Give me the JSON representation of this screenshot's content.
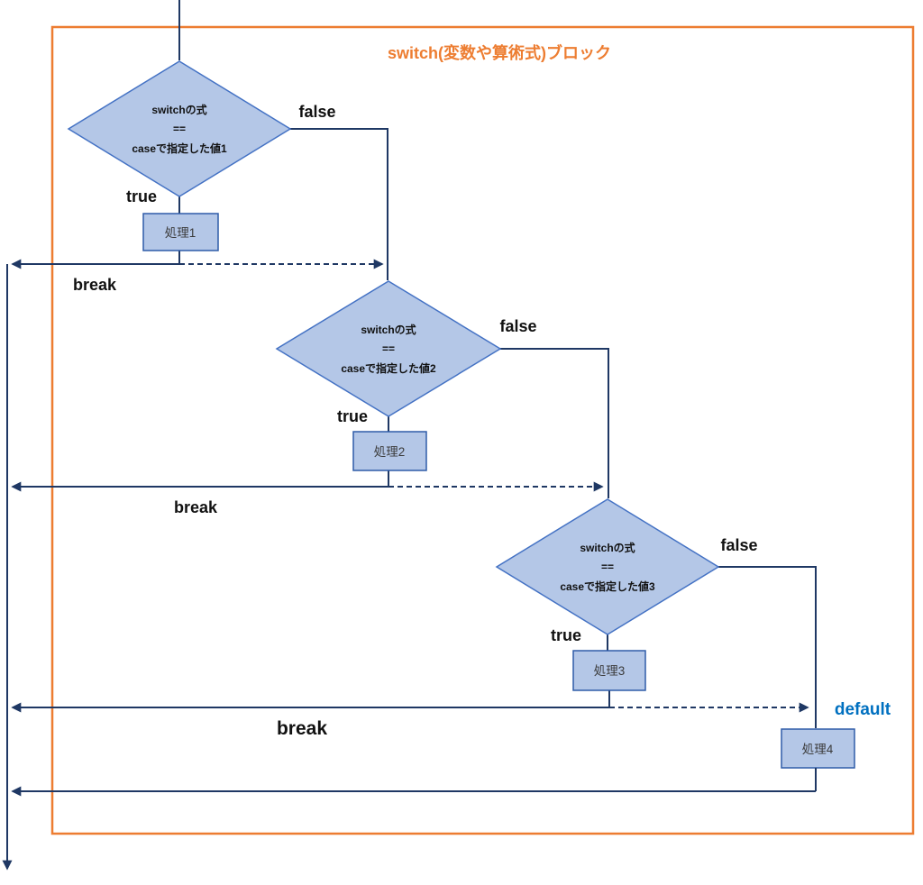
{
  "diagram": {
    "title": "switch(変数や算術式)ブロック",
    "colors": {
      "frame_orange": "#ED7D31",
      "connector_navy": "#1F3864",
      "shape_fill": "#B4C7E7",
      "shape_border": "#4472C4",
      "default_blue": "#0070C0",
      "label_black": "#111111"
    },
    "decisions": [
      {
        "line1": "switchの式",
        "line2": "==",
        "line3": "caseで指定した値1",
        "true_label": "true",
        "false_label": "false"
      },
      {
        "line1": "switchの式",
        "line2": "==",
        "line3": "caseで指定した値2",
        "true_label": "true",
        "false_label": "false"
      },
      {
        "line1": "switchの式",
        "line2": "==",
        "line3": "caseで指定した値3",
        "true_label": "true",
        "false_label": "false"
      }
    ],
    "processes": [
      {
        "label": "処理1"
      },
      {
        "label": "処理2"
      },
      {
        "label": "処理3"
      },
      {
        "label": "処理4"
      }
    ],
    "breaks": [
      "break",
      "break",
      "break"
    ],
    "default_label": "default"
  }
}
